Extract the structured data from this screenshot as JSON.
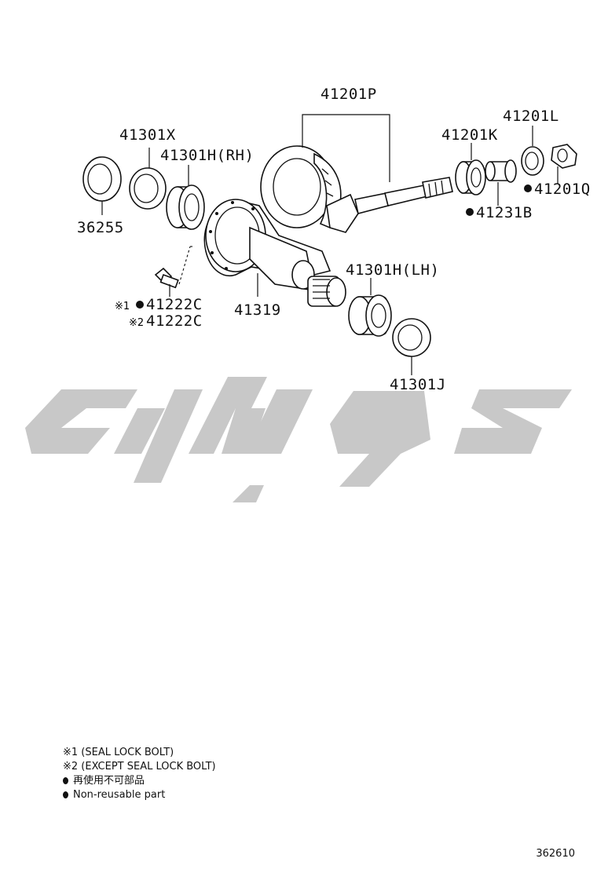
{
  "diagram": {
    "parts": {
      "p41201P": "41201P",
      "p41301X": "41301X",
      "p41301H_RH": "41301H(RH)",
      "p36255": "36255",
      "p41201K": "41201K",
      "p41201L": "41201L",
      "p41201Q": "41201Q",
      "p41231B": "41231B",
      "p41301H_LH": "41301H(LH)",
      "p41319": "41319",
      "p41222C_1": "41222C",
      "p41222C_2": "41222C",
      "p41301J": "41301J"
    },
    "markers": {
      "note1": "※1",
      "note2": "※2"
    },
    "watermark_color": "#c8c8c8"
  },
  "notes": {
    "line1": "※1 (SEAL LOCK BOLT)",
    "line2": "※2 (EXCEPT SEAL LOCK BOLT)",
    "line3": "再使用不可部品",
    "line4": "Non-reusable part"
  },
  "figure_number": "362610"
}
